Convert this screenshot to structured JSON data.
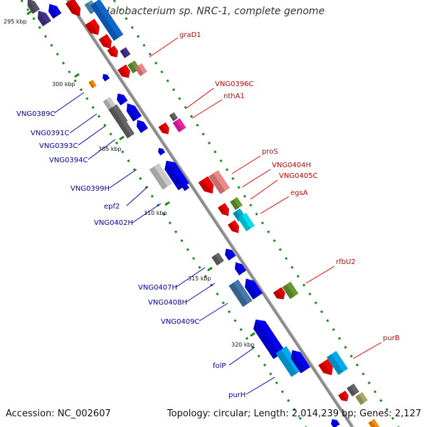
{
  "title": "Halobacterium sp. NRC-1, complete genome",
  "footer": {
    "accession": "Accession: NC_002607",
    "topology": "Topology: circular; Length: 2,014,239 bp; Genes: 2,127"
  },
  "colors": {
    "axis": "#8c8c8c",
    "forward": "#ff0000",
    "reverse": "#0000ff",
    "label_forward": "#cc0000",
    "label_reverse": "#0000aa",
    "dots": "#1a8a1a"
  },
  "kbp_marks": [
    "295 kbp",
    "300 kbp",
    "305 kbp",
    "310 kbp",
    "315 kbp",
    "320 kbp"
  ],
  "labels_forward": [
    "graD1",
    "VNG0396C",
    "nthA1",
    "proS",
    "VNG0404H",
    "VNG0405C",
    "egsA",
    "rfbU2",
    "purB"
  ],
  "labels_reverse": [
    "VNG0389C",
    "VNG0391C",
    "VNG0393C",
    "VNG0394C",
    "VNG0399H",
    "epf2",
    "VNG0402H",
    "VNG0407H",
    "VNG0408H",
    "VNG0409C",
    "folP",
    "purH"
  ]
}
